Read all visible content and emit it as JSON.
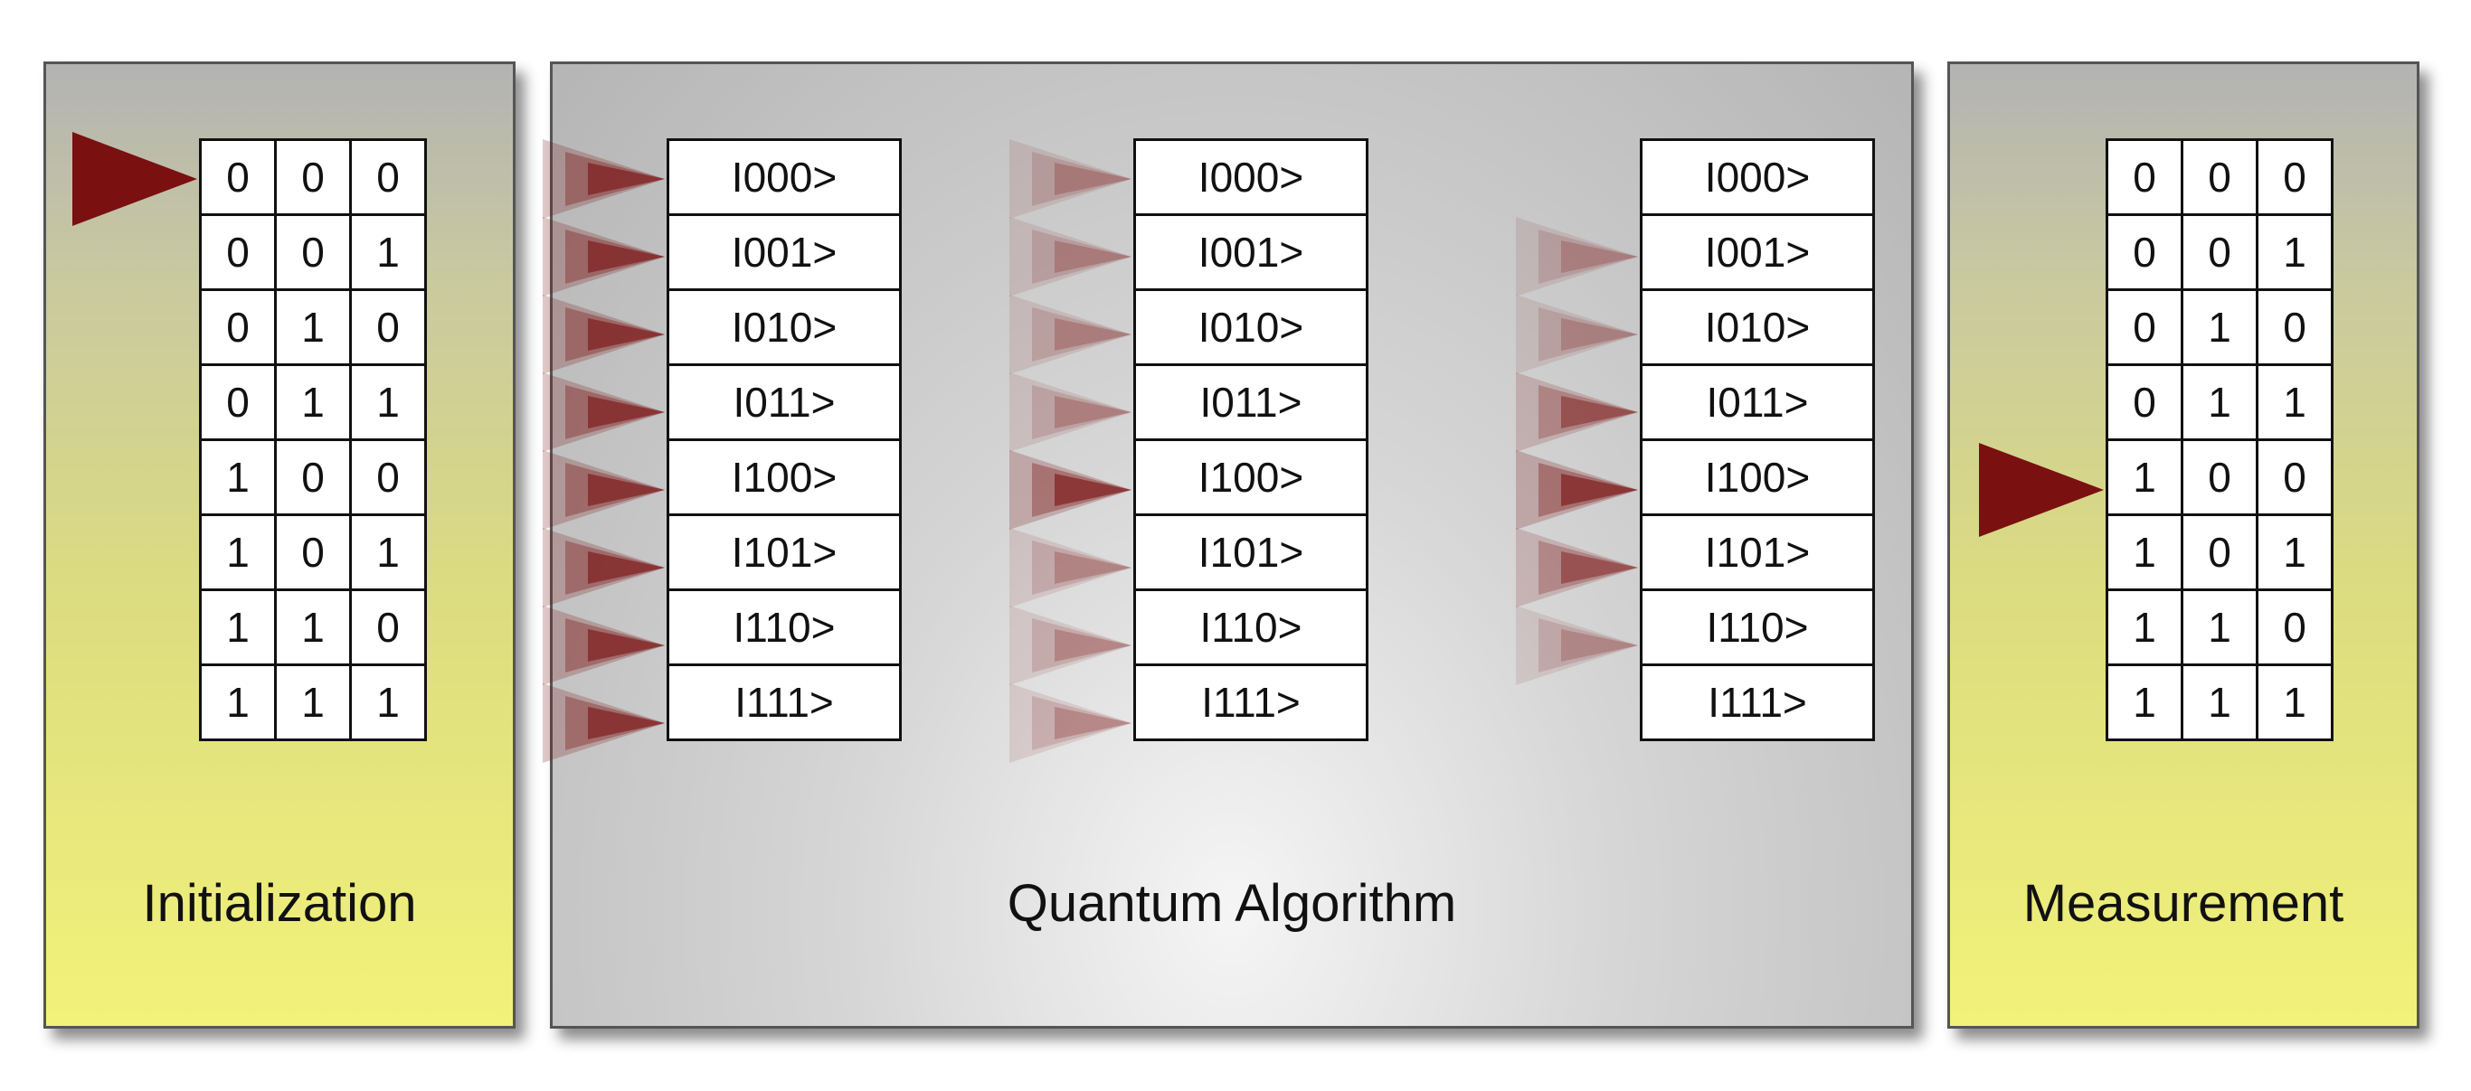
{
  "panels": {
    "initialization": {
      "label": "Initialization"
    },
    "algorithm": {
      "label": "Quantum Algorithm"
    },
    "measurement": {
      "label": "Measurement"
    }
  },
  "classical_rows": [
    [
      "0",
      "0",
      "0"
    ],
    [
      "0",
      "0",
      "1"
    ],
    [
      "0",
      "1",
      "0"
    ],
    [
      "0",
      "1",
      "1"
    ],
    [
      "1",
      "0",
      "0"
    ],
    [
      "1",
      "0",
      "1"
    ],
    [
      "1",
      "1",
      "0"
    ],
    [
      "1",
      "1",
      "1"
    ]
  ],
  "ket_states": [
    "I000>",
    "I001>",
    "I010>",
    "I011>",
    "I100>",
    "I101>",
    "I110>",
    "I111>"
  ],
  "colors": {
    "arrow": "#7a1010",
    "panel_border": "#555555"
  },
  "initialization_marker_row": 0,
  "measurement_marker_row": 4,
  "amplitude_stages": [
    [
      1,
      1,
      1,
      1,
      1,
      1,
      1,
      1
    ],
    [
      0.35,
      0.35,
      0.35,
      0.35,
      1,
      0.35,
      0.35,
      0.35
    ],
    [
      0,
      0.3,
      0.3,
      0.7,
      1,
      0.7,
      0.3,
      0
    ]
  ]
}
